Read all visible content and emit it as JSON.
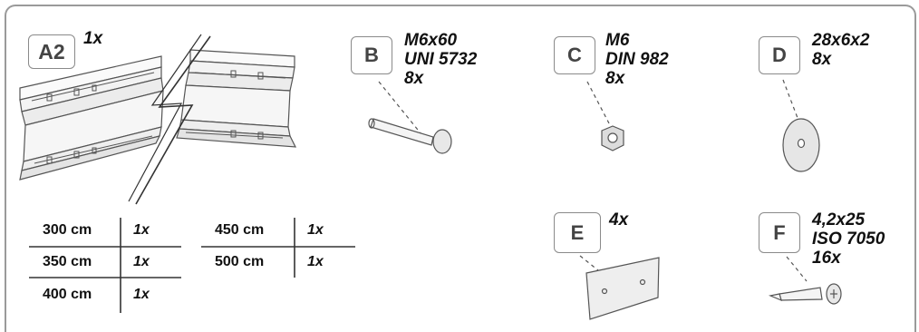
{
  "parts": {
    "a2": {
      "label": "A2",
      "qty": "1x"
    },
    "b": {
      "label": "B",
      "lines": [
        "M6x60",
        "UNI 5732",
        "8x"
      ]
    },
    "c": {
      "label": "C",
      "lines": [
        "M6",
        "DIN 982",
        "8x"
      ]
    },
    "d": {
      "label": "D",
      "lines": [
        "28x6x2",
        "8x"
      ]
    },
    "e": {
      "label": "E",
      "qty": "4x"
    },
    "f": {
      "label": "F",
      "lines": [
        "4,2x25",
        "ISO 7050",
        "16x"
      ]
    }
  },
  "length_table": {
    "left": [
      {
        "length": "300 cm",
        "qty": "1x"
      },
      {
        "length": "350 cm",
        "qty": "1x"
      },
      {
        "length": "400 cm",
        "qty": "1x"
      }
    ],
    "right": [
      {
        "length": "450 cm",
        "qty": "1x"
      },
      {
        "length": "500 cm",
        "qty": "1x"
      }
    ]
  },
  "colors": {
    "frame": "#9a9a9a",
    "line_art": "#555555",
    "text": "#111111"
  }
}
